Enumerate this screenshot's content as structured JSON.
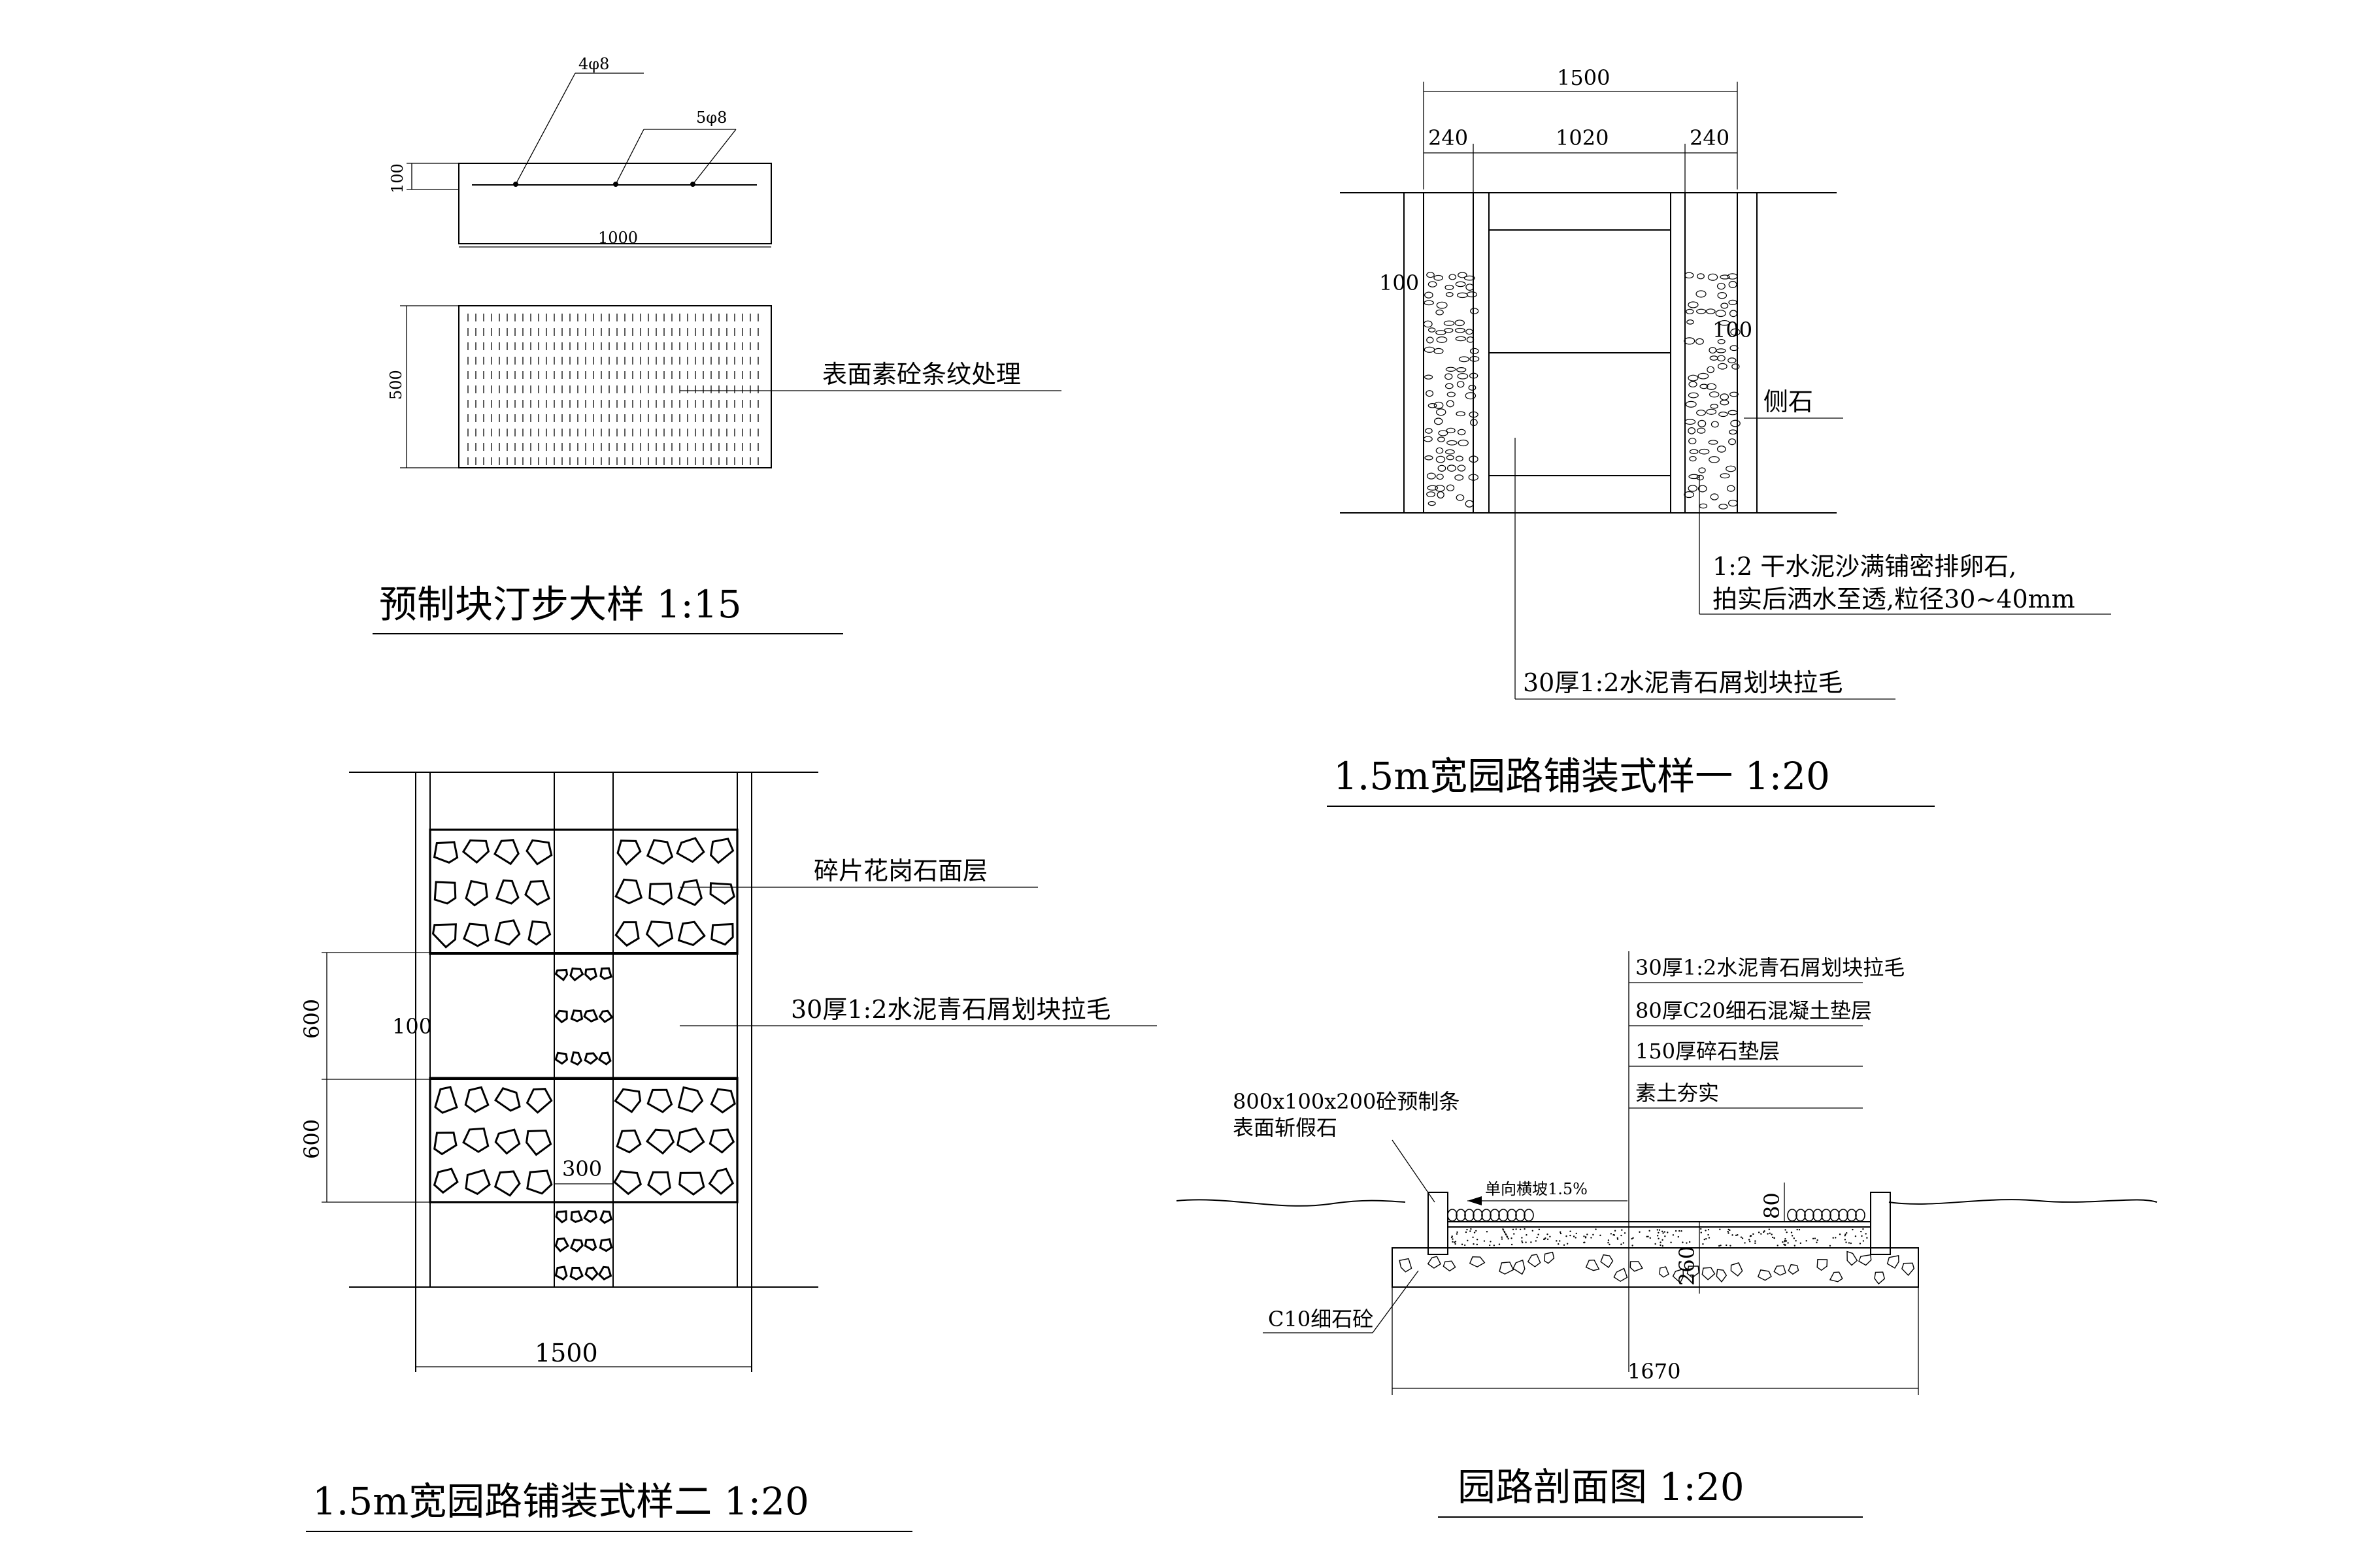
{
  "drawing1": {
    "title": "预制块汀步大样 1:15",
    "rebar_a": "4φ8",
    "rebar_b": "5φ8",
    "dim_thickness": "100",
    "dim_length": "1000",
    "dim_width": "500",
    "note_surface": "表面素砼条纹处理"
  },
  "drawing2": {
    "title": "1.5m宽园路铺装式样一 1:20",
    "dim_total": "1500",
    "dim_left": "240",
    "dim_mid": "1020",
    "dim_right": "240",
    "dim_curb_left": "100",
    "dim_curb_right": "100",
    "note_curb": "侧石",
    "note_pebble_1": "1:2 干水泥沙满铺密排卵石,",
    "note_pebble_2": "拍实后洒水至透,粒径30~40mm",
    "note_mortar": "30厚1:2水泥青石屑划块拉毛"
  },
  "drawing3": {
    "title": "1.5m宽园路铺装式样二 1:20",
    "note_granite": "碎片花岗石面层",
    "note_mortar": "30厚1:2水泥青石屑划块拉毛",
    "dim_600_a": "600",
    "dim_600_b": "600",
    "dim_100": "100",
    "dim_300": "300",
    "dim_total": "1500"
  },
  "drawing4": {
    "title": "园路剖面图   1:20",
    "layer_1": "30厚1:2水泥青石屑划块拉毛",
    "layer_2": "80厚C20细石混凝土垫层",
    "layer_3": "150厚碎石垫层",
    "layer_4": "素土夯实",
    "curb_note_1": "800x100x200砼预制条",
    "curb_note_2": "表面斩假石",
    "slope": "单向横坡1.5%",
    "dim_80": "80",
    "dim_260": "260",
    "base_note": "C10细石砼",
    "dim_total": "1670"
  }
}
